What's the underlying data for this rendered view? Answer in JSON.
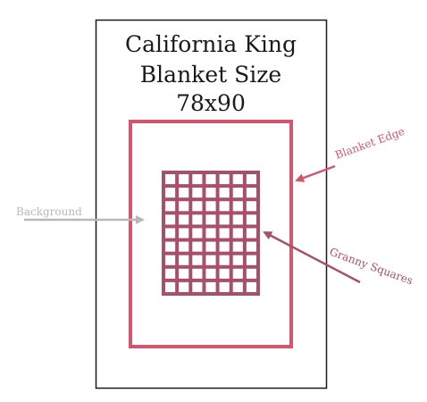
{
  "title": {
    "line1": "California King",
    "line2": "Blanket Size",
    "line3": "78x90"
  },
  "labels": {
    "blanket_edge": "Blanket Edge",
    "background": "Background",
    "granny_squares": "Granny Squares"
  },
  "grid": {
    "columns": 7,
    "rows": 9
  },
  "colors": {
    "blanket_edge": "#d4566e",
    "granny_squares": "#a8506a",
    "background_label": "#b8b8b8",
    "frame": "#1a1a1a"
  }
}
